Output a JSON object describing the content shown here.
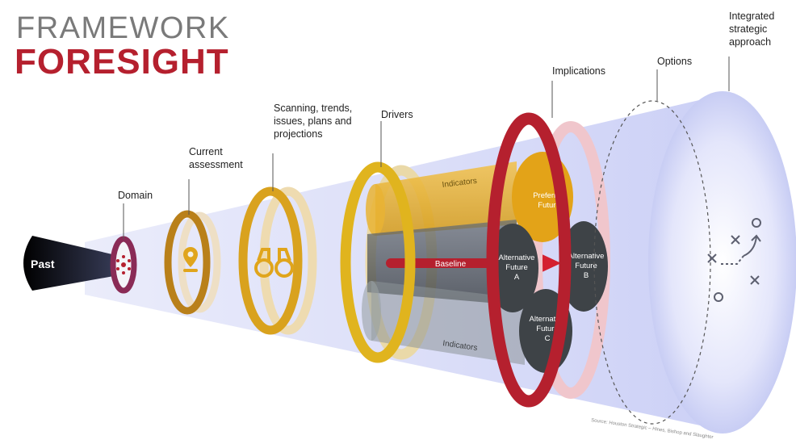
{
  "title": {
    "line1": "FRAMEWORK",
    "line2": "FORESIGHT"
  },
  "stages": {
    "past": "Past",
    "domain": "Domain",
    "current_assessment": [
      "Current",
      "assessment"
    ],
    "scanning": [
      "Scanning, trends,",
      "issues, plans and",
      "projections"
    ],
    "drivers": "Drivers",
    "implications": "Implications",
    "options": "Options",
    "integrated": [
      "Integrated",
      "strategic",
      "approach"
    ]
  },
  "futures": {
    "indicators_top": "Indicators",
    "indicators_bottom": "Indicators",
    "baseline": "Baseline",
    "preferred": [
      "Preferred",
      "Future"
    ],
    "alt_a": [
      "Alternative",
      "Future",
      "A"
    ],
    "alt_b": [
      "Alternative",
      "Future",
      "B"
    ],
    "alt_c": [
      "Alternative",
      "Future",
      "C"
    ]
  },
  "credit": "Source: Houston Strategic – Hines, Bishop and Slaughter",
  "colors": {
    "brand_red": "#b5202e",
    "gold": "#e0a51c",
    "dark_gray": "#3e4347",
    "cone_blue": "#c9cdf5",
    "title_gray": "#7a7a7a"
  }
}
